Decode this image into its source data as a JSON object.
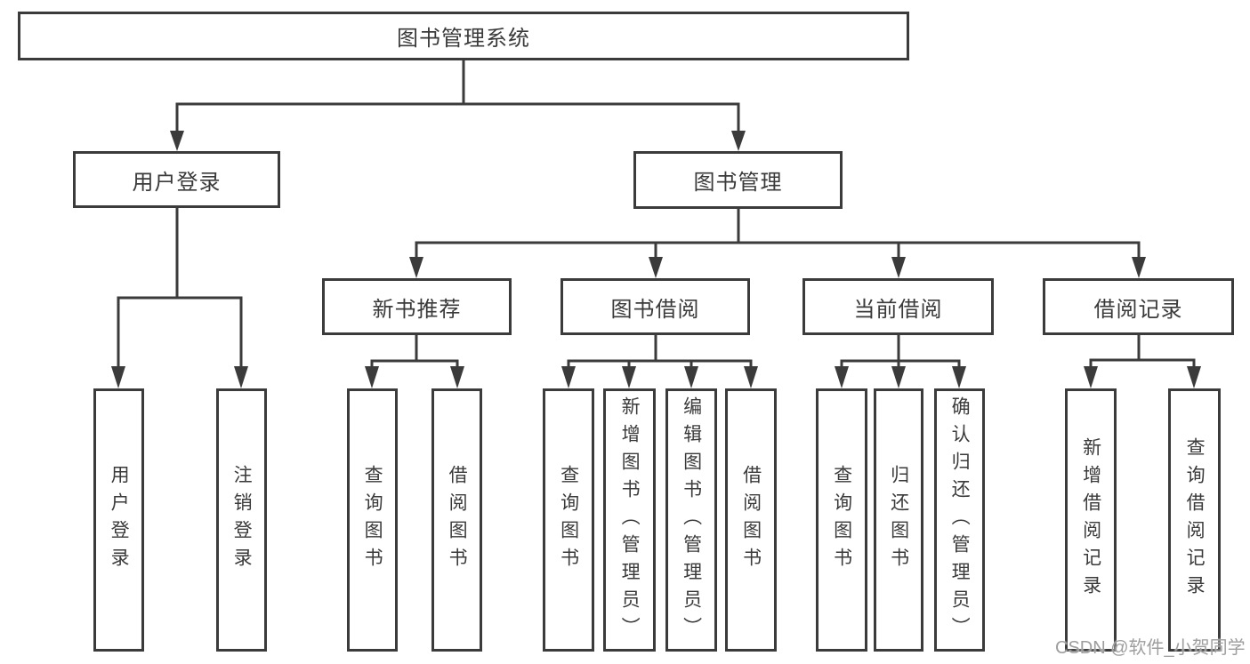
{
  "tree": {
    "label": "图书管理系统",
    "children": [
      {
        "label": "用户登录",
        "children": [
          {
            "label": "用户登录"
          },
          {
            "label": "注销登录"
          }
        ]
      },
      {
        "label": "图书管理",
        "children": [
          {
            "label": "新书推荐",
            "children": [
              {
                "label": "查询图书"
              },
              {
                "label": "借阅图书"
              }
            ]
          },
          {
            "label": "图书借阅",
            "children": [
              {
                "label": "查询图书"
              },
              {
                "label": "新增图书（管理员）"
              },
              {
                "label": "编辑图书（管理员）"
              },
              {
                "label": "借阅图书"
              }
            ]
          },
          {
            "label": "当前借阅",
            "children": [
              {
                "label": "查询图书"
              },
              {
                "label": "归还图书"
              },
              {
                "label": "确认归还（管理员）"
              }
            ]
          },
          {
            "label": "借阅记录",
            "children": [
              {
                "label": "新增借阅记录"
              },
              {
                "label": "查询借阅记录"
              }
            ]
          }
        ]
      }
    ]
  },
  "watermark": "CSDN @软件_小贺同学",
  "colors": {
    "line": "#3b3b3b",
    "text": "#3a3a3a",
    "watermark": "#9e9e9e",
    "background": "#ffffff"
  }
}
